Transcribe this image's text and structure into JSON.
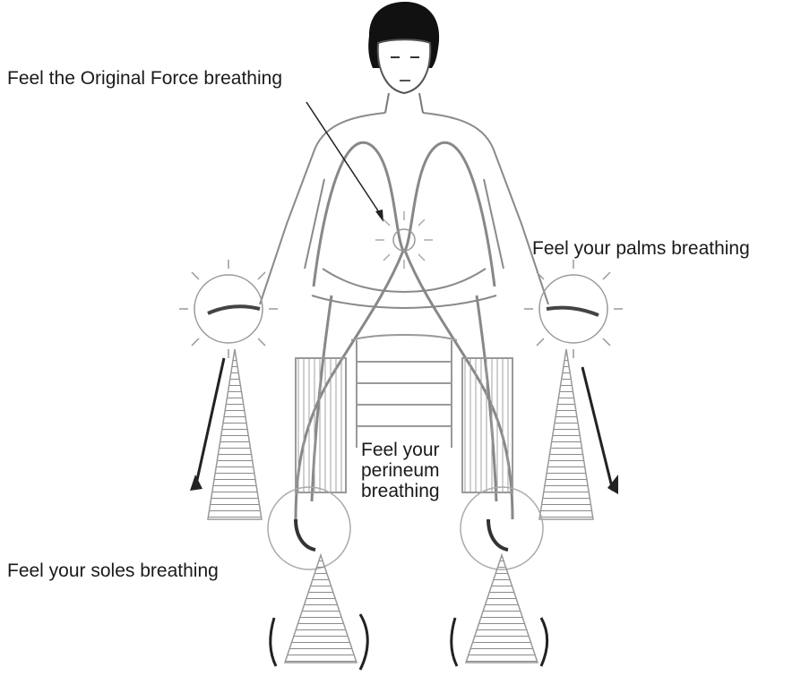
{
  "labels": {
    "original_force": "Feel the Original Force breathing",
    "palms": "Feel your palms breathing",
    "perineum_lines": [
      "Feel your",
      "perineum",
      "breathing"
    ],
    "soles": "Feel your soles breathing"
  },
  "colors": {
    "ink": "#1a1a1a",
    "line": "#7a7a7a",
    "glow": "#9a9a9a",
    "hair": "#111111"
  }
}
